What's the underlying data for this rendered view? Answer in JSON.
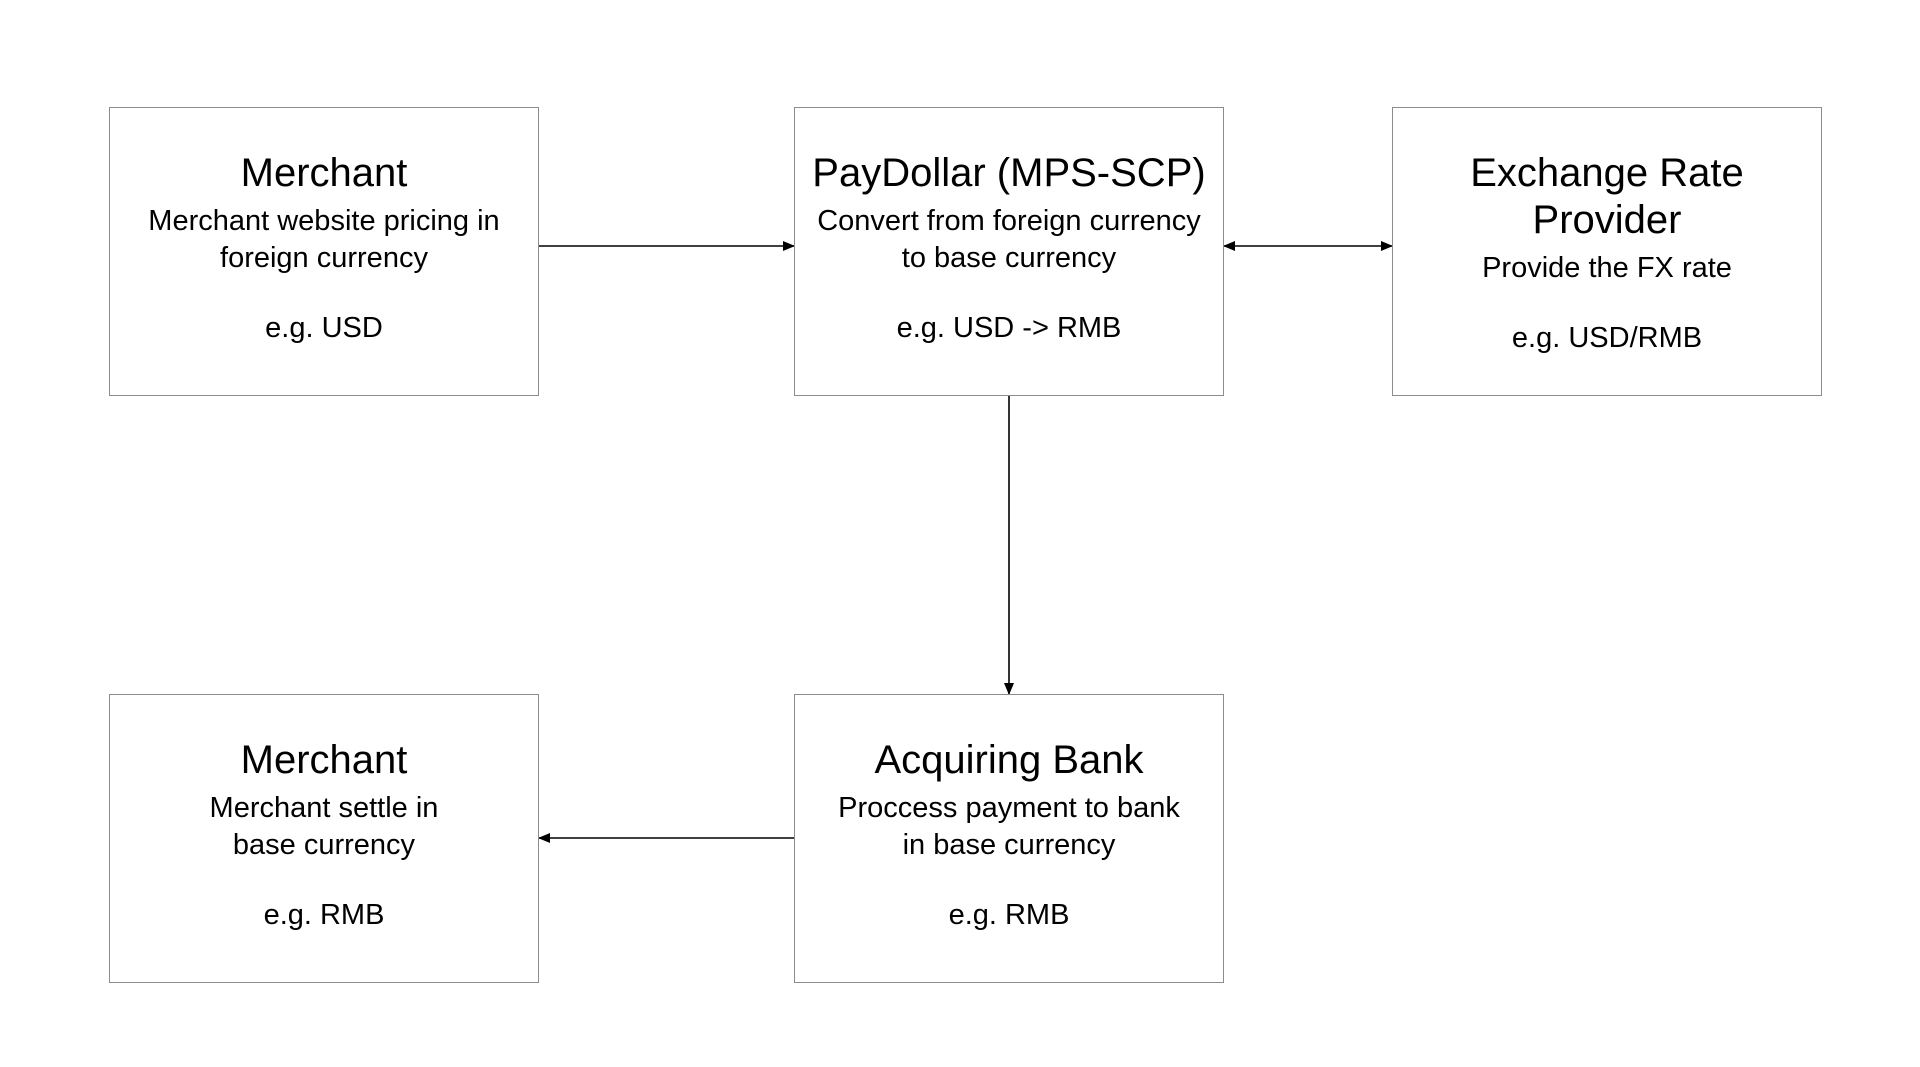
{
  "nodes": {
    "merchant_top": {
      "title": "Merchant",
      "desc_lines": [
        "Merchant website pricing in",
        "foreign currency"
      ],
      "example": "e.g. USD"
    },
    "paydollar": {
      "title": "PayDollar (MPS-SCP)",
      "desc_lines": [
        "Convert from foreign currency",
        "to base currency"
      ],
      "example": "e.g. USD -> RMB"
    },
    "fx_provider": {
      "title_lines": [
        "Exchange Rate",
        "Provider"
      ],
      "desc_lines": [
        "Provide the FX rate"
      ],
      "example": "e.g. USD/RMB"
    },
    "merchant_bottom": {
      "title": "Merchant",
      "desc_lines": [
        "Merchant settle in",
        "base currency"
      ],
      "example": "e.g. RMB"
    },
    "acquiring_bank": {
      "title": "Acquiring Bank",
      "desc_lines": [
        "Proccess payment to bank",
        "in base currency"
      ],
      "example": "e.g. RMB"
    }
  },
  "edges": [
    {
      "from": "merchant_top",
      "to": "paydollar",
      "direction": "forward"
    },
    {
      "from": "paydollar",
      "to": "fx_provider",
      "direction": "both"
    },
    {
      "from": "paydollar",
      "to": "acquiring_bank",
      "direction": "forward"
    },
    {
      "from": "acquiring_bank",
      "to": "merchant_bottom",
      "direction": "forward"
    }
  ],
  "colors": {
    "box_border": "#8c8c8c",
    "line": "#000000",
    "text": "#000000",
    "background": "#ffffff"
  }
}
